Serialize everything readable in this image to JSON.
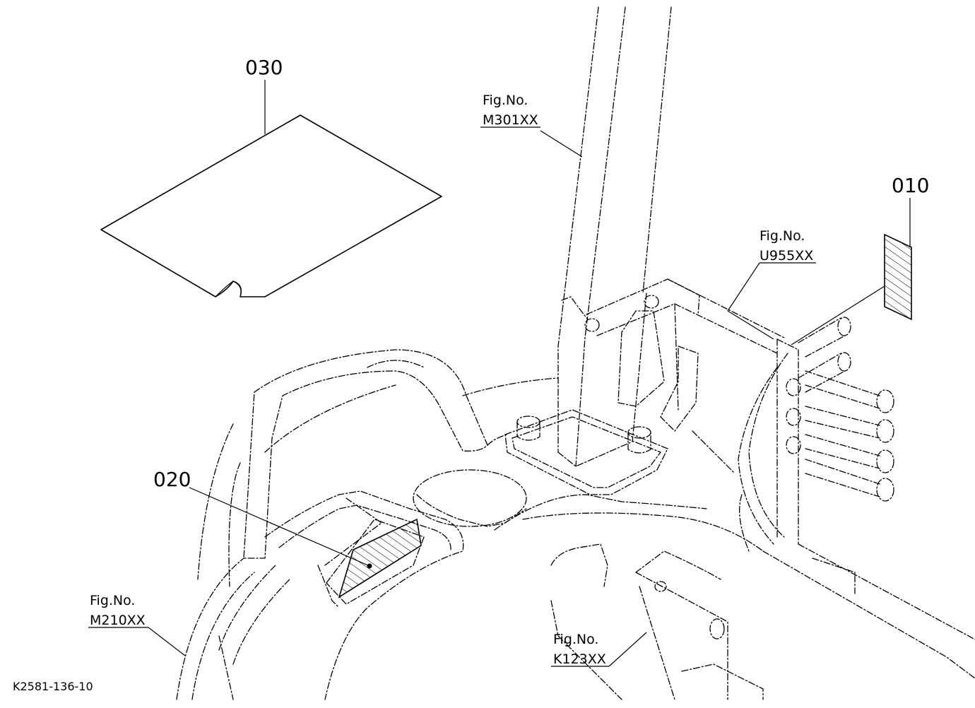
{
  "callouts": [
    {
      "id": "part-030",
      "text": "030"
    },
    {
      "id": "part-010",
      "text": "010"
    },
    {
      "id": "part-020",
      "text": "020"
    }
  ],
  "figure_refs": [
    {
      "id": "m301",
      "prefix": "Fig.No.",
      "code": "M301XX"
    },
    {
      "id": "u955",
      "prefix": "Fig.No.",
      "code": "U955XX"
    },
    {
      "id": "m210",
      "prefix": "Fig.No.",
      "code": "M210XX"
    },
    {
      "id": "k123",
      "prefix": "Fig.No.",
      "code": "K123XX"
    }
  ],
  "drawing_code": "K2581-136-10"
}
